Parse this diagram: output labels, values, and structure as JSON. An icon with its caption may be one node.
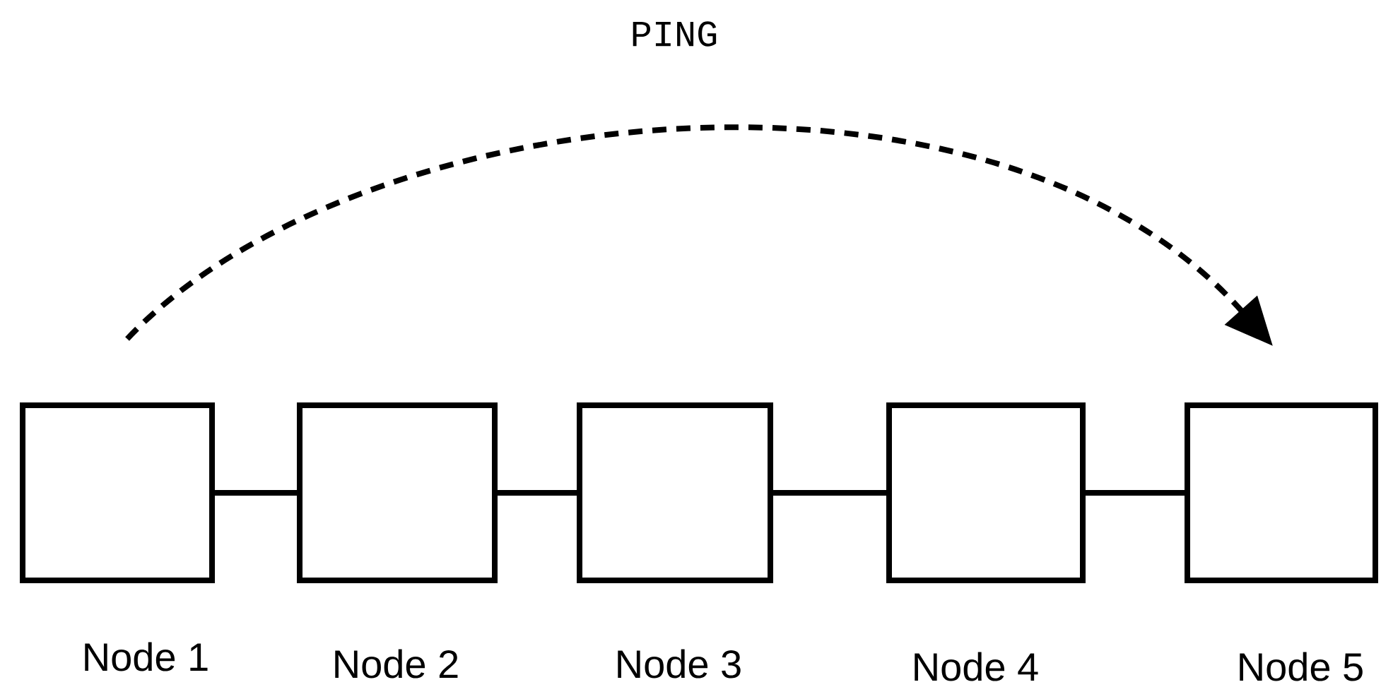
{
  "diagram": {
    "nodes": [
      {
        "text": [],
        "shape": "box",
        "beside": [
          "Node 1"
        ]
      },
      {
        "text": [],
        "shape": "box",
        "beside": [
          "Node 2"
        ]
      },
      {
        "text": [],
        "shape": "box",
        "beside": [
          "Node 3"
        ]
      },
      {
        "text": [],
        "shape": "box",
        "beside": [
          "Node 4"
        ]
      },
      {
        "text": [],
        "shape": "box",
        "beside": [
          "Node 5"
        ]
      }
    ],
    "edges": [
      {
        "from": 0,
        "to": 4,
        "arrow": "to",
        "label": "PING",
        "style": "dashed"
      },
      {
        "from": 0,
        "to": 1,
        "arrow": "none"
      },
      {
        "from": 1,
        "to": 2,
        "arrow": "none"
      },
      {
        "from": 2,
        "to": 3,
        "arrow": "none"
      },
      {
        "from": 3,
        "to": 4,
        "arrow": "none"
      }
    ]
  }
}
